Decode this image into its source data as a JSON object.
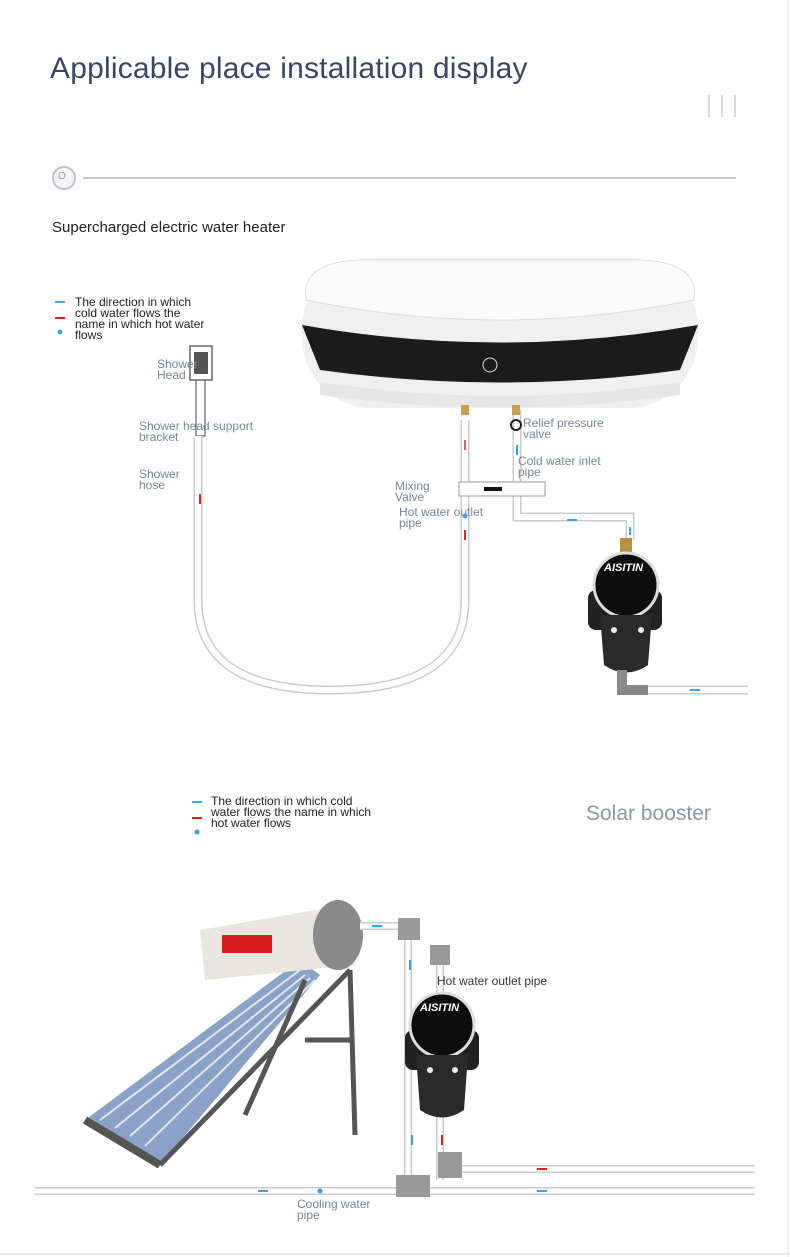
{
  "header": {
    "title": "Applicable place installation display",
    "section_marker": "O"
  },
  "section1": {
    "subtitle": "Supercharged electric water heater",
    "legend": [
      "The direction in which",
      "cold water flows the",
      "name in which hot water",
      "flows"
    ],
    "labels": {
      "shower_head": [
        "Shower",
        "Head"
      ],
      "bracket": [
        "Shower head support",
        "bracket"
      ],
      "hose": [
        "Shower",
        "hose"
      ],
      "mixing_valve": [
        "Mixing",
        "Valve"
      ],
      "hot_outlet": [
        "Hot water outlet",
        "pipe"
      ],
      "relief_valve": [
        "Relief pressure",
        "valve"
      ],
      "cold_inlet": [
        "Cold water inlet",
        "pipe"
      ]
    },
    "pump_brand": "AISITIN"
  },
  "section2": {
    "title": "Solar booster",
    "legend": [
      "The direction in which cold",
      "water flows the name in which",
      "hot water flows"
    ],
    "labels": {
      "hot_outlet": "Hot water outlet pipe",
      "cooling": [
        "Cooling water",
        "pipe"
      ]
    },
    "pump_brand": "AISITIN"
  },
  "colors": {
    "title": "#3d4566",
    "cold_arrow": "#3aa3e0",
    "hot_arrow": "#e02424",
    "pipe": "#c9ccd2"
  }
}
